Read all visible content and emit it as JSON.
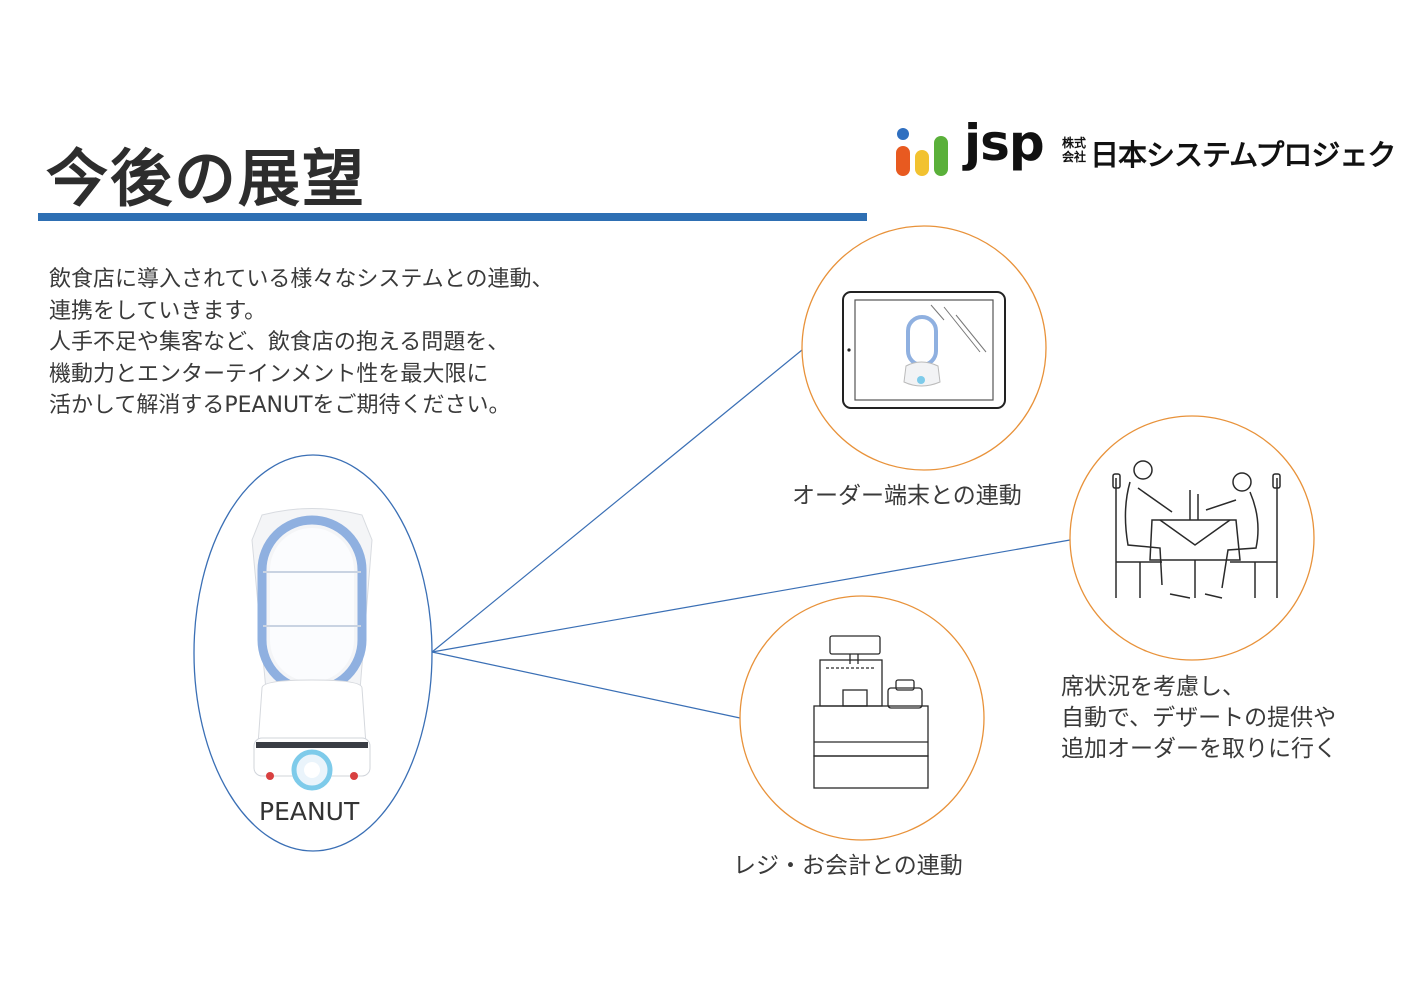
{
  "page": {
    "title": "今後の展望",
    "description_lines": [
      "飲食店に導入されている様々なシステムとの連動、",
      "連携をしていきます。",
      "人手不足や集客など、飲食店の抱える問題を、",
      "機動力とエンターテインメント性を最大限に",
      "活かして解消するPEANUTをご期待ください。"
    ]
  },
  "logo": {
    "mark": "jsp",
    "company_prefix": "株式会社",
    "company_name": "日本システムプロジェクト",
    "colors": [
      "#2f6fc0",
      "#e8a31c",
      "#e85a20",
      "#f2c230",
      "#5ab03a"
    ]
  },
  "diagram": {
    "robot_label": "PEANUT",
    "nodes": [
      {
        "id": "order-terminal",
        "caption": "オーダー端末との連動",
        "icon": "tablet-with-robot-icon"
      },
      {
        "id": "seat-status",
        "caption_lines": [
          "席状況を考慮し、",
          "自動で、デザートの提供や",
          "追加オーダーを取りに行く"
        ],
        "icon": "diners-at-table-icon"
      },
      {
        "id": "register",
        "caption": "レジ・お会計との連動",
        "icon": "cash-register-icon"
      }
    ],
    "colors": {
      "accent_rule": "#2e6fb3",
      "robot_ellipse": "#3a6fb5",
      "node_circle": "#e8923a",
      "connector": "#3a6fb5"
    }
  }
}
